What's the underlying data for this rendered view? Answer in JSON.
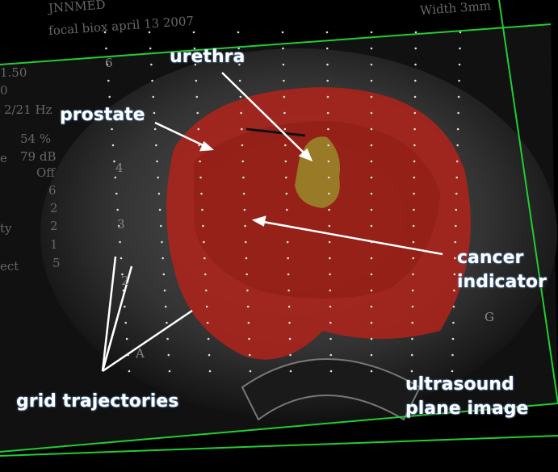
{
  "labels": {
    "urethra": "urethra",
    "prostate": "prostate",
    "cancer_indicator_1": "cancer",
    "cancer_indicator_2": "indicator",
    "grid_trajectories": "grid trajectories",
    "ultrasound_1": "ultrasound",
    "ultrasound_2": "plane image"
  },
  "overlay_text": {
    "line1": "JNNMED",
    "line2": "focal biox april 13 2007",
    "top_right": "Width 3mm",
    "left_values": [
      "1.50",
      "0",
      "2/21 Hz",
      "54 %",
      "79 dB",
      "Off",
      "6",
      "2",
      "2",
      "1",
      "5"
    ],
    "left_words": [
      "e",
      "ty",
      "ect"
    ],
    "grid_numbers": [
      "6",
      "4",
      "3",
      "2",
      "A",
      "G"
    ]
  },
  "colors": {
    "prostate": "#b0231a",
    "urethra": "#9a8a2a",
    "plane_border": "#22cc33",
    "label": "#ffffff"
  }
}
